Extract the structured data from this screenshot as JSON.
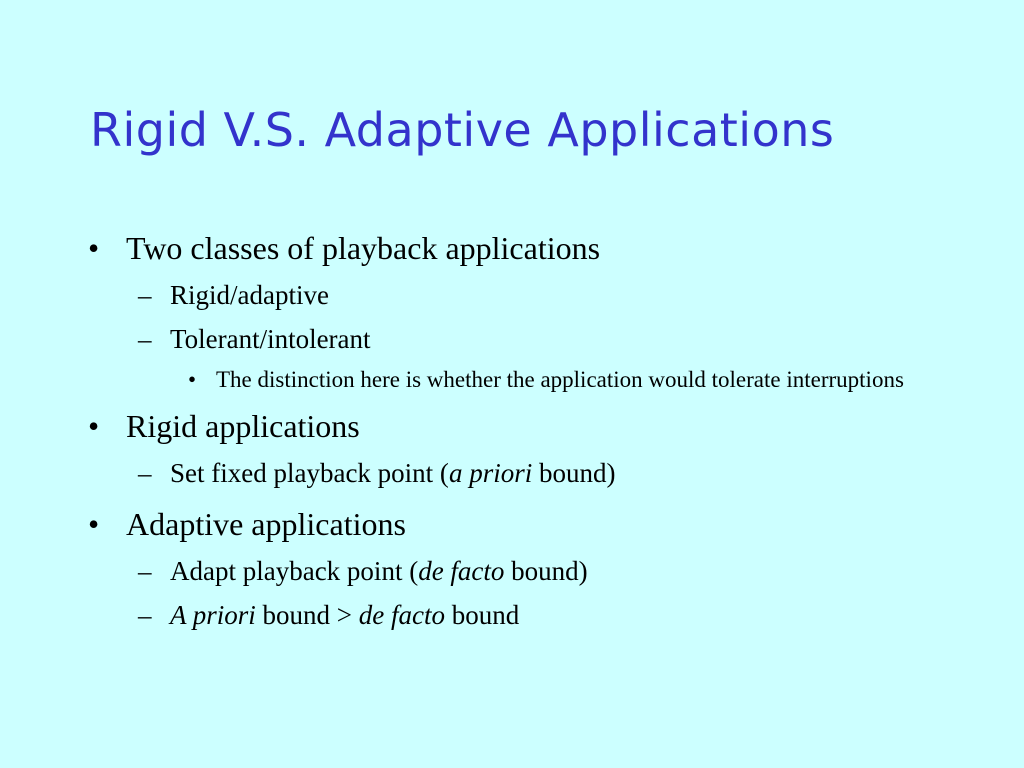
{
  "slide": {
    "title": "Rigid V.S. Adaptive Applications",
    "colors": {
      "background": "#ccffff",
      "title": "#3333cc",
      "text": "#000000"
    },
    "markers": {
      "level1": "•",
      "level2": "–",
      "level3": "•"
    },
    "bullets": [
      {
        "level": 1,
        "text": "Two classes of playback applications"
      },
      {
        "level": 2,
        "text": "Rigid/adaptive"
      },
      {
        "level": 2,
        "text": "Tolerant/intolerant"
      },
      {
        "level": 3,
        "text": "The distinction here is whether the application would tolerate interruptions"
      },
      {
        "level": 1,
        "text": "Rigid applications"
      },
      {
        "level": 2,
        "parts": [
          "Set fixed playback point (",
          "a priori",
          " bound)"
        ]
      },
      {
        "level": 1,
        "text": "Adaptive applications"
      },
      {
        "level": 2,
        "parts": [
          "Adapt playback point (",
          "de facto",
          " bound)"
        ]
      },
      {
        "level": 2,
        "parts": [
          "A priori",
          " bound > ",
          "de facto",
          " bound"
        ]
      }
    ]
  }
}
